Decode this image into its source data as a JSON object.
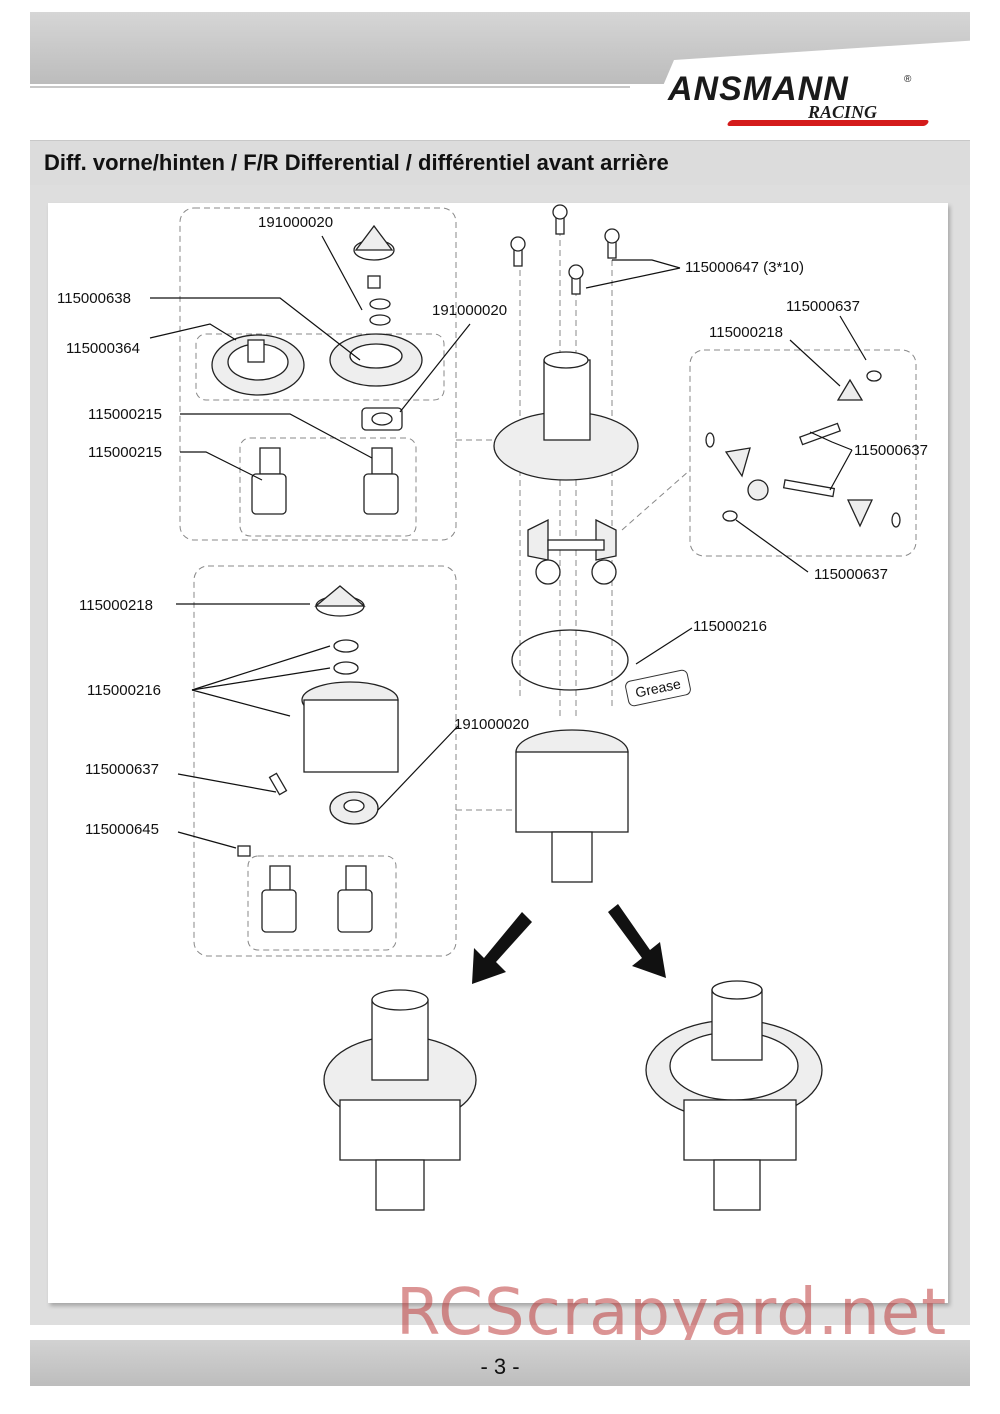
{
  "header": {
    "brand": "ANSMANN",
    "brand_sub": "RACING",
    "registered_mark": "®"
  },
  "title": "Diff. vorne/hinten / F/R Differential / différentiel avant arrière",
  "labels": {
    "top_gear_191": "191000020",
    "bevel_638": "115000638",
    "spur_364": "115000364",
    "bearing_191_top": "191000020",
    "shaft_215_a": "115000215",
    "cup_215_b": "115000215",
    "screws_647": "115000647 (3*10)",
    "washer_637_top": "115000637",
    "gear_218_right": "115000218",
    "pin_637_right": "115000637",
    "washer_637_low": "115000637",
    "oring_216_right": "115000216",
    "gear_218_left": "115000218",
    "washers_216_left": "115000216",
    "bearing_191_left": "191000020",
    "pin_637_left": "115000637",
    "set_screw_645": "115000645",
    "grease_note": "Grease"
  },
  "footer": {
    "page_number": "- 3 -",
    "watermark": "RCScrapyard.net"
  }
}
